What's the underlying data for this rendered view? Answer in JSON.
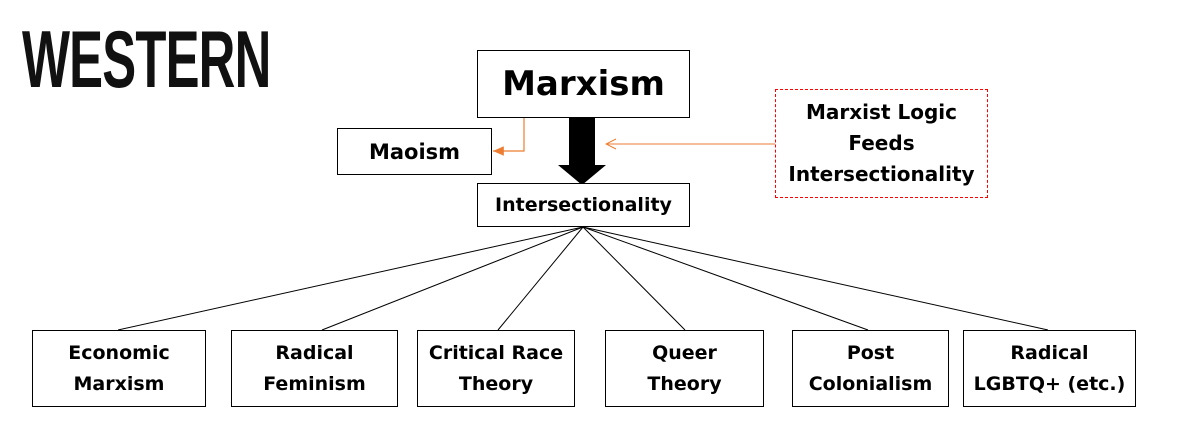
{
  "title": "WESTERN",
  "root": "Marxism",
  "side_branch": "Maoism",
  "hub": "Intersectionality",
  "note": [
    "Marxist Logic",
    "Feeds",
    "Intersectionality"
  ],
  "leaves": [
    [
      "Economic",
      "Marxism"
    ],
    [
      "Radical",
      "Feminism"
    ],
    [
      "Critical Race",
      "Theory"
    ],
    [
      "Queer",
      "Theory"
    ],
    [
      "Post",
      "Colonialism"
    ],
    [
      "Radical",
      "LGBTQ+ (etc.)"
    ]
  ],
  "colors": {
    "orange": "#ED7D31",
    "dashed_red": "#FF0000"
  }
}
